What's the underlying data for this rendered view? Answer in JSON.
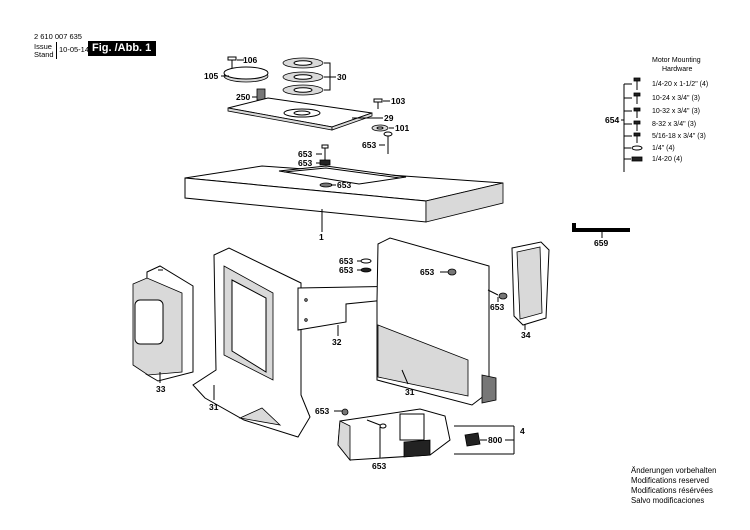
{
  "header": {
    "part_number": "2 610 007 635",
    "issue_label": "Issue",
    "stand_label": "Stand",
    "date": "10-05-14",
    "figure_label": "Fig. /Abb. 1"
  },
  "callouts": {
    "c106": "106",
    "c105": "105",
    "c250": "250",
    "c30": "30",
    "c103": "103",
    "c29": "29",
    "c101": "101",
    "c653a": "653",
    "c653b": "653",
    "c653c": "653",
    "c653d": "653",
    "c1": "1",
    "c653e": "653",
    "c653f": "653",
    "c653g": "653",
    "c653h": "653",
    "c659": "659",
    "c654": "654",
    "c32": "32",
    "c33": "33",
    "c34": "34",
    "c31a": "31",
    "c31b": "31",
    "c653i": "653",
    "c653j": "653",
    "c800": "800",
    "c4": "4"
  },
  "hardware": {
    "title_line1": "Motor Mounting",
    "title_line2": "Hardware",
    "items": [
      "1/4-20 x 1-1/2\" (4)",
      "10-24 x 3/4\" (3)",
      "10-32 x 3/4\" (3)",
      "8-32 x 3/4\" (3)",
      "5/16-18 x 3/4\" (3)",
      "1/4\" (4)",
      "1/4-20 (4)"
    ]
  },
  "notes": [
    "Änderungen vorbehalten",
    "Modifications reserved",
    "Modifications résérvées",
    "Salvo modificaciones"
  ]
}
